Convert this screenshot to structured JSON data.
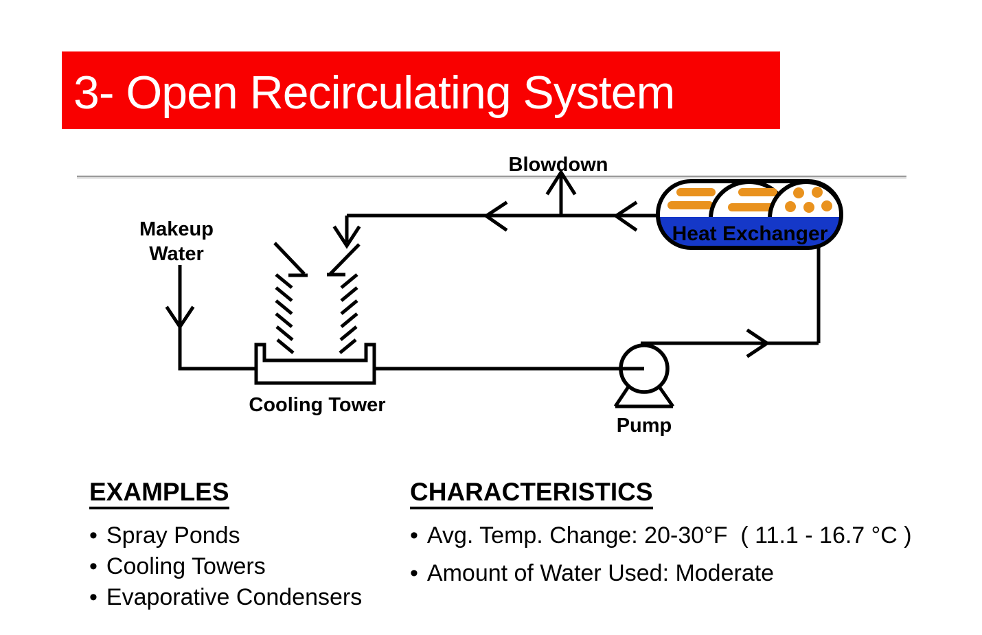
{
  "title": {
    "text": "3- Open Recirculating System",
    "banner_color": "#F90000",
    "text_color": "#FFFFFF"
  },
  "diagram": {
    "labels": {
      "blowdown": "Blowdown",
      "makeup_water_line1": "Makeup",
      "makeup_water_line2": "Water",
      "cooling_tower": "Cooling Tower",
      "pump": "Pump",
      "heat_exchanger": "Heat Exchanger"
    },
    "colors": {
      "pipe_black": "#000000",
      "separator_gray": "#A6A6A6",
      "tube_orange": "#E9921E",
      "exchanger_blue": "#1538C8"
    }
  },
  "examples": {
    "heading": "EXAMPLES",
    "bullet_char": "•",
    "items": [
      "Spray Ponds",
      "Cooling Towers",
      "Evaporative Condensers"
    ]
  },
  "characteristics": {
    "heading": "CHARACTERISTICS",
    "bullet_char": "•",
    "items": [
      "Avg. Temp. Change: 20-30°F  ( 11.1 - 16.7 °C )",
      "Amount of Water Used: Moderate"
    ]
  }
}
